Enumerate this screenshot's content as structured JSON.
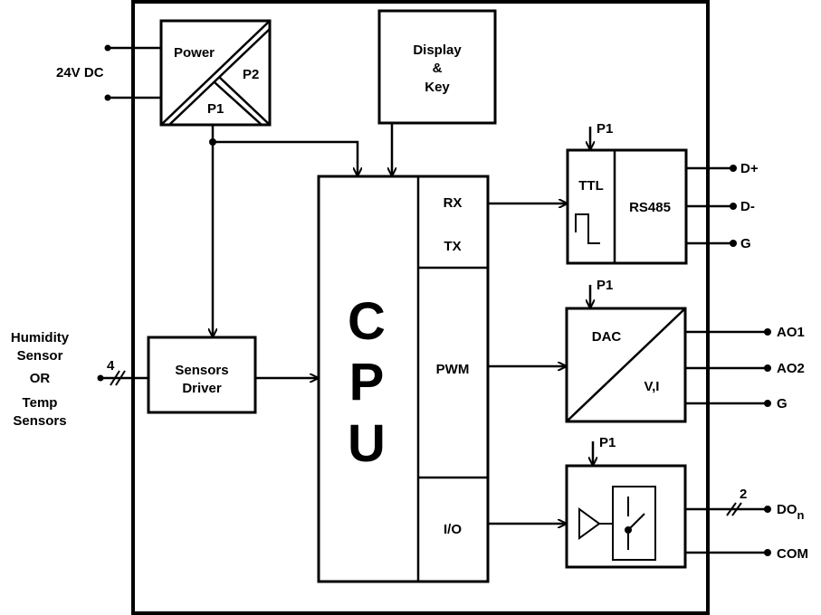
{
  "power": {
    "title": "Power",
    "p2": "P2",
    "p1": "P1"
  },
  "supply_label": "24V DC",
  "display": {
    "line1": "Display",
    "line2": "&",
    "line3": "Key"
  },
  "cpu": {
    "letter1": "C",
    "letter2": "P",
    "letter3": "U",
    "rx": "RX",
    "tx": "TX",
    "pwm": "PWM",
    "io": "I/O"
  },
  "comm": {
    "power_tag": "P1",
    "ttl": "TTL",
    "rs485": "RS485",
    "pins": [
      "D+",
      "D-",
      "G"
    ]
  },
  "analog": {
    "power_tag": "P1",
    "dac": "DAC",
    "vi": "V,I",
    "pins": [
      "AO1",
      "AO2",
      "G"
    ]
  },
  "digital": {
    "power_tag": "P1",
    "bus_count": "2",
    "do_main": "DO",
    "do_sub": "n",
    "com": "COM"
  },
  "sensors": {
    "driver_line1": "Sensors",
    "driver_line2": "Driver",
    "bus_count": "4",
    "input_lines": [
      "Humidity",
      "Sensor",
      "OR",
      "Temp",
      "Sensors"
    ]
  }
}
